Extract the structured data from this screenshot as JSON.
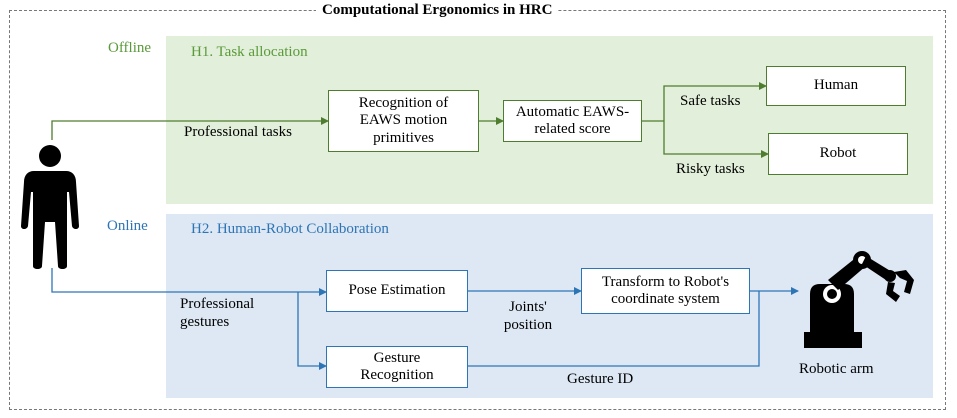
{
  "title": "Computational Ergonomics in HRC",
  "offline": {
    "side_label": "Offline",
    "heading": "H1. Task allocation",
    "input_label": "Professional tasks",
    "recognition_box": "Recognition of EAWS motion primitives",
    "score_box": "Automatic EAWS-related score",
    "safe_label": "Safe tasks",
    "risky_label": "Risky tasks",
    "human_box": "Human",
    "robot_box": "Robot"
  },
  "online": {
    "side_label": "Online",
    "heading": "H2. Human-Robot Collaboration",
    "input_label": "Professional gestures",
    "pose_box": "Pose Estimation",
    "joints_label": "Joints' position",
    "transform_box": "Transform to Robot's coordinate system",
    "gesture_box": "Gesture Recognition",
    "gesture_id_label": "Gesture ID",
    "robot_arm_label": "Robotic arm"
  },
  "colors": {
    "offline_panel": "#e2efda",
    "online_panel": "#dde8f4",
    "offline_text": "#5a9a3a",
    "online_text": "#2e74b5",
    "offline_line": "#4f7d2f",
    "online_line": "#2e75b6"
  },
  "icons": [
    "human-figure-icon",
    "robotic-arm-icon"
  ]
}
